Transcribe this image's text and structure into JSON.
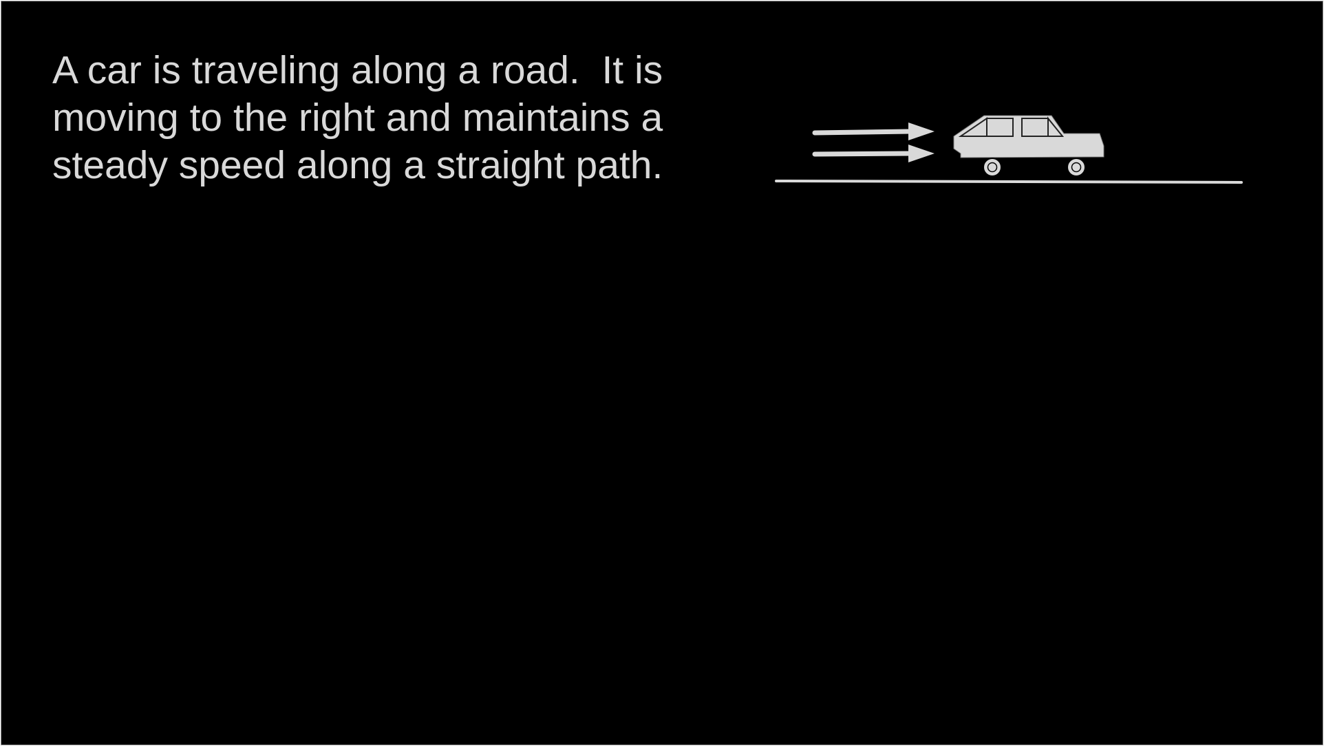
{
  "slide": {
    "background": "#000000",
    "foreground": "#d9d9d9",
    "question_lines": [
      "A car is traveling along a road.  It is",
      "moving to the right and maintains a",
      "steady speed along a straight path."
    ]
  },
  "illustration": {
    "icons": [
      "motion-arrow-icon",
      "motion-arrow-icon",
      "car-icon"
    ],
    "road": "road-line",
    "motion_direction": "right"
  }
}
